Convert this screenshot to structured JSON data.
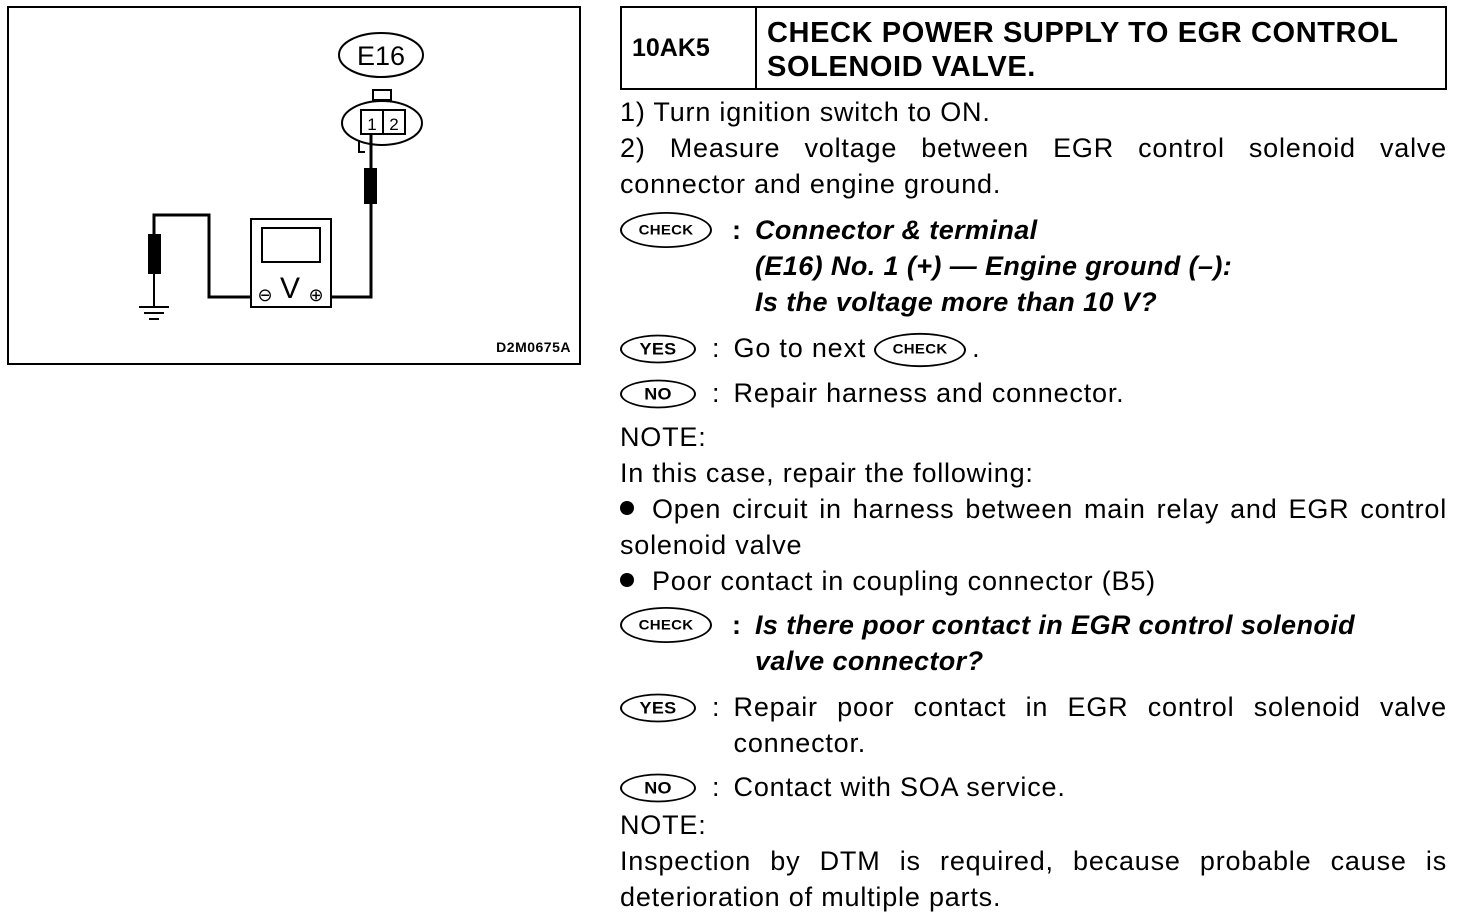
{
  "figure": {
    "connector_label": "E16",
    "pin_1": "1",
    "pin_2": "2",
    "meter_symbol": "V",
    "meter_minus": "⊖",
    "meter_plus": "⊕",
    "figure_code": "D2M0675A"
  },
  "step": {
    "code": "10AK5",
    "title_line1": "CHECK POWER SUPPLY TO EGR CONTROL",
    "title_line2": "SOLENOID VALVE."
  },
  "instructions": [
    "1)  Turn ignition switch to ON.",
    "2)  Measure voltage between EGR control solenoid valve connector and engine ground."
  ],
  "badges": {
    "check": "CHECK",
    "yes": "YES",
    "no": "NO"
  },
  "check1": {
    "line1": "Connector & terminal",
    "line2": "(E16) No. 1 (+) — Engine ground (–):",
    "line3": "Is the voltage more than 10 V?"
  },
  "yes1": {
    "prefix": "Go to next",
    "suffix": "."
  },
  "no1": "Repair harness and connector.",
  "note1": {
    "label": "NOTE:",
    "intro": "In this case, repair the following:",
    "bullets": [
      "Open circuit in harness between main relay and EGR control solenoid valve",
      "Poor contact in coupling connector (B5)"
    ]
  },
  "check2": {
    "line1": "Is there poor contact in EGR control solenoid",
    "line2": "valve connector?"
  },
  "yes2": "Repair poor contact in EGR control solenoid valve connector.",
  "no2": "Contact with SOA service.",
  "note2": {
    "label": "NOTE:",
    "text": "Inspection by DTM is required, because probable cause is deterioration of multiple parts."
  },
  "colon": ":"
}
